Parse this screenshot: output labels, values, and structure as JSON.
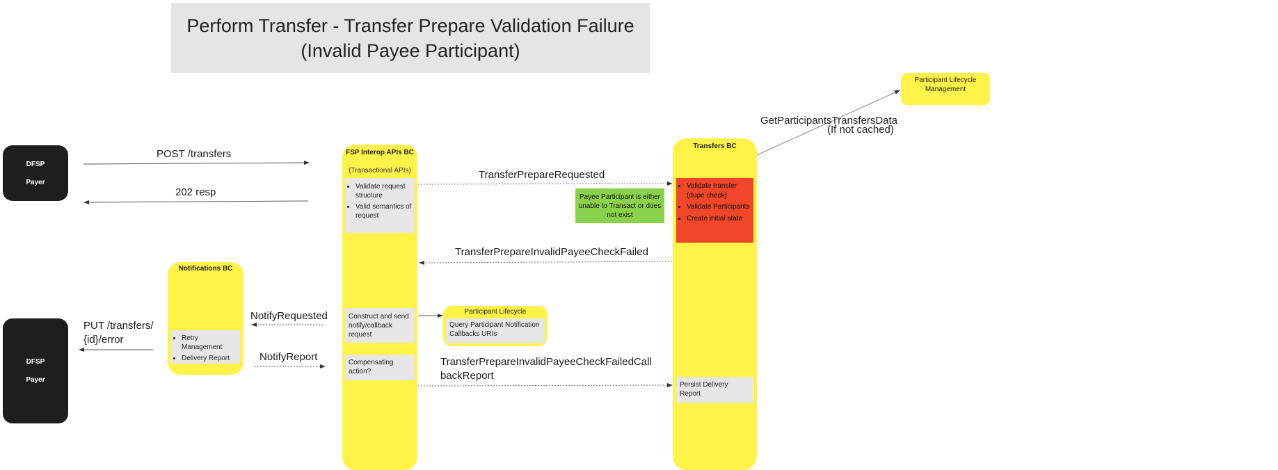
{
  "title": {
    "line1": "Perform Transfer - Transfer Prepare Validation Failure",
    "line2": "(Invalid Payee Participant)"
  },
  "actors": {
    "top": {
      "line1": "DFSP",
      "line2": "Payer"
    },
    "bottom": {
      "line1": "DFSP",
      "line2": "Payer"
    }
  },
  "fsp_interop": {
    "title": "FSP Interop APIs BC",
    "subtitle": "(Transactional APIs)",
    "validate_items": [
      "Validate request structure",
      "Valid semantics of request"
    ],
    "construct_text": "Construct and send notify/callback request",
    "compensating_text": "Compensating action?"
  },
  "notifications": {
    "title": "Notifications BC",
    "items": [
      "Retry Management",
      "Delivery Report"
    ]
  },
  "transfers": {
    "title": "Transfers BC",
    "validate_items": [
      "Validate transfer (dupe check)",
      "Validate Participants",
      "Create initial state"
    ],
    "persist_text": "Persist Delivery Report"
  },
  "participant_lifecycle_small": {
    "title": "Participant Lifecycle",
    "text": "Query Participant Notification Callbacks URIs"
  },
  "participant_lifecycle_mgmt": {
    "line1": "Participant Lifecycle",
    "line2": "Management"
  },
  "note": {
    "text": "Payee Participant is either unable to Transact or does not exist"
  },
  "labels": {
    "post_transfers": "POST /transfers",
    "resp_202": "202 resp",
    "put_error": "PUT /transfers/ {id}/error",
    "notify_requested": "NotifyRequested",
    "notify_report": "NotifyReport",
    "transfer_prepare_requested": "TransferPrepareRequested",
    "invalid_payee_check_failed": "TransferPrepareInvalidPayeeCheckFailed",
    "invalid_payee_callback_report": "TransferPrepareInvalidPayeeCheckFailedCallbackReport",
    "get_participants": "GetParticipantsTransfersData",
    "if_not_cached": "(If not cached)"
  },
  "colors": {
    "lane_yellow": "#fff34a",
    "actor_black": "#1e1e1e",
    "step_grey": "#e6e6e6",
    "error_red": "#f0462a",
    "note_green": "#8bd24c",
    "title_grey": "#e5e5e5"
  }
}
